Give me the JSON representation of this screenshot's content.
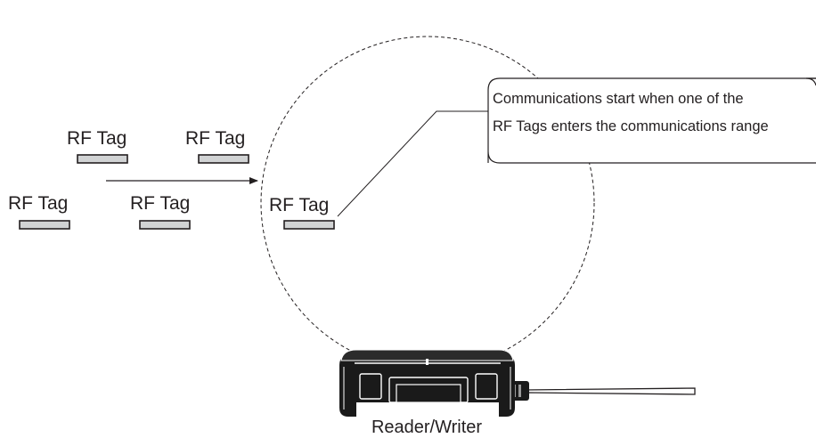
{
  "diagram": {
    "tag_label": "RF Tag",
    "callout": {
      "line1": "Communications start when one of the",
      "line2": "RF Tags enters the communications range"
    },
    "device_label": "Reader/Writer",
    "colors": {
      "ink": "#231f20",
      "tag_fill": "#d1d3d4",
      "device_body": "#1a1a1a",
      "cable": "#ffffff"
    }
  }
}
